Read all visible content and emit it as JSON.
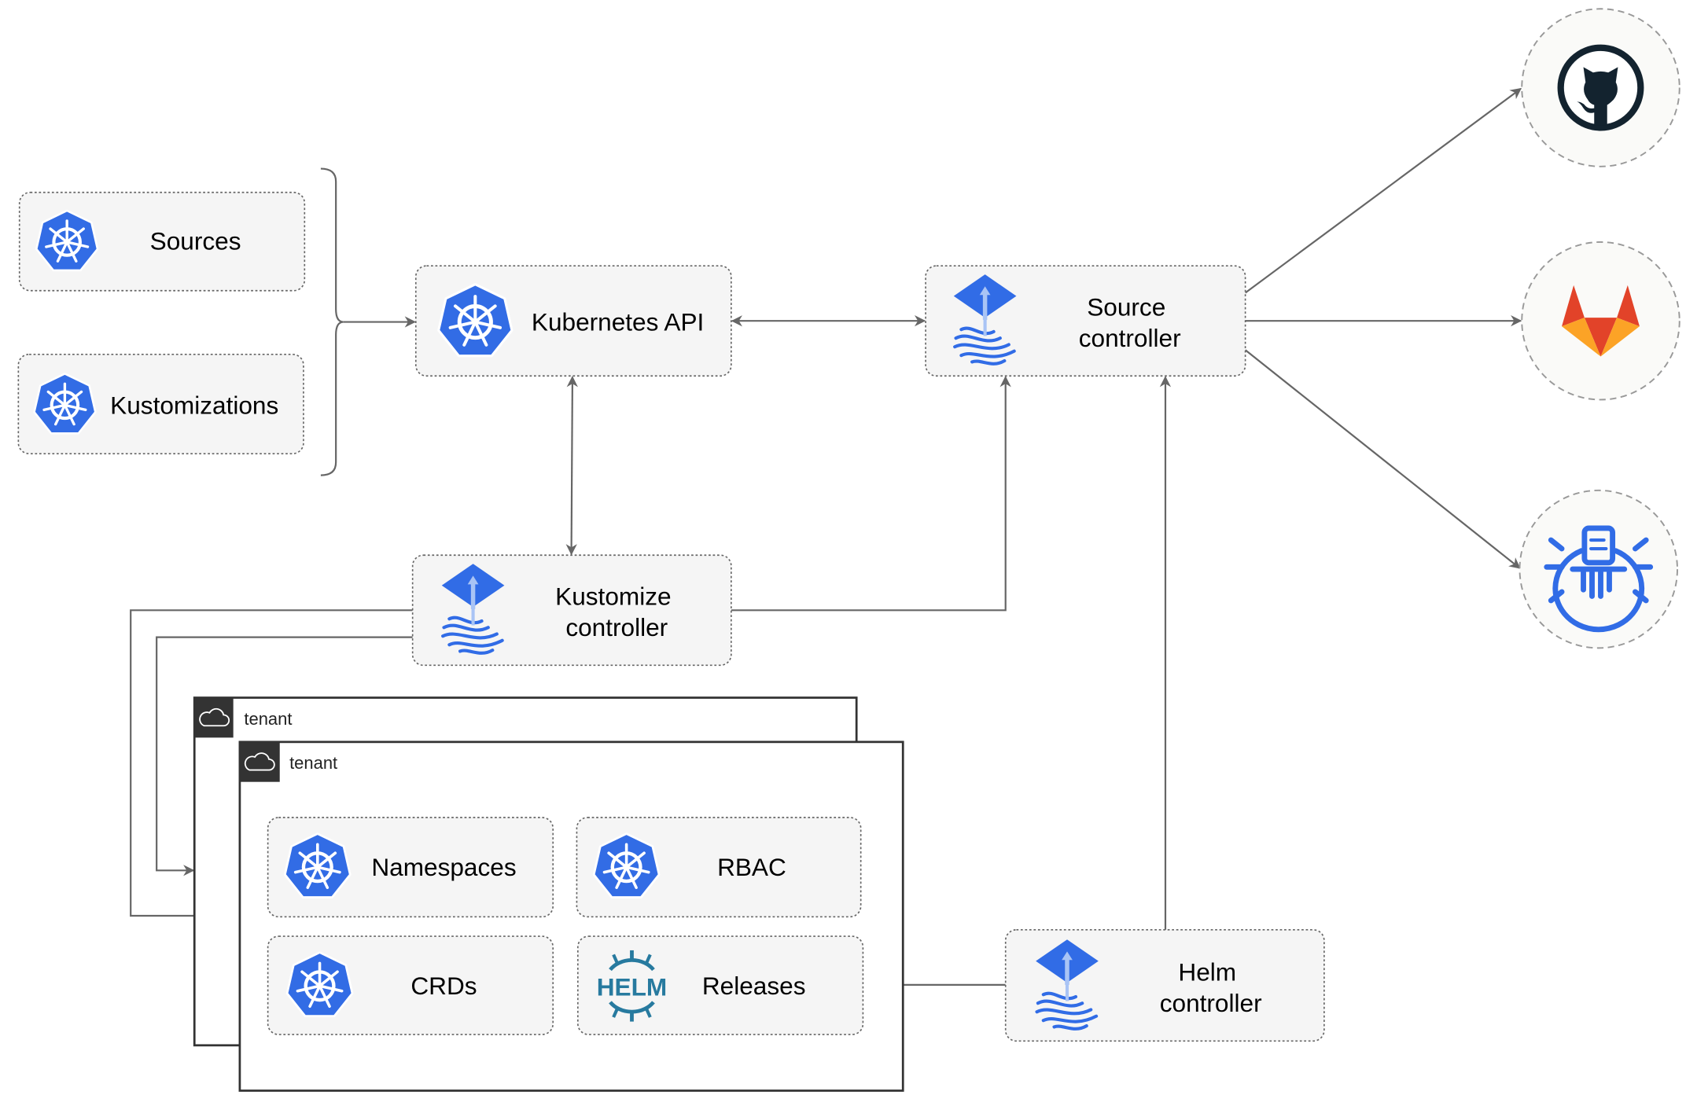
{
  "colors": {
    "kubernetes_blue": "#326ce5",
    "flux_blue": "#316ce6",
    "edge": "#666666",
    "helm": "#277a9f",
    "github": "#13232f",
    "gitlab_orange": "#e24329",
    "gitlab_light": "#fca326"
  },
  "inputs": {
    "sources": "Sources",
    "kustomizations": "Kustomizations"
  },
  "nodes": {
    "kubernetes_api": "Kubernetes API",
    "source_controller": [
      "Source",
      "controller"
    ],
    "kustomize_controller": [
      "Kustomize",
      "controller"
    ],
    "helm_controller": [
      "Helm",
      "controller"
    ]
  },
  "tenants": [
    {
      "label": "tenant"
    },
    {
      "label": "tenant",
      "resources": [
        "Namespaces",
        "RBAC",
        "CRDs",
        "Releases"
      ]
    }
  ],
  "helm_logo_text": "HELM",
  "external_sources": [
    {
      "icon": "github-icon"
    },
    {
      "icon": "gitlab-icon"
    },
    {
      "icon": "bucket-icon"
    }
  ]
}
